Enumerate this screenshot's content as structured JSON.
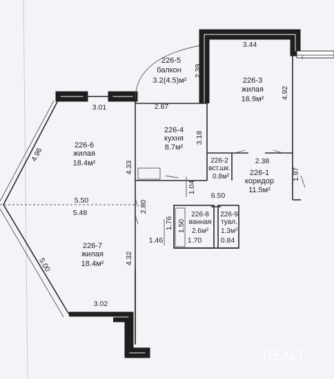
{
  "rooms": [
    {
      "id": "226-5",
      "type": "балкон",
      "area": "3.2(4.5)м²"
    },
    {
      "id": "226-3",
      "type": "жилая",
      "area": "16.9м²"
    },
    {
      "id": "226-4",
      "type": "кухня",
      "area": "8.7м²"
    },
    {
      "id": "226-6",
      "type": "жилая",
      "area": "18.4м²"
    },
    {
      "id": "226-2",
      "type": "вст.шк.",
      "area": "0.8м²"
    },
    {
      "id": "226-1",
      "type": "коридор",
      "area": "11.5м²"
    },
    {
      "id": "226-8",
      "type": "ванная",
      "area": "2.6м²"
    },
    {
      "id": "226-9",
      "type": "туал.",
      "area": "1.3м²"
    },
    {
      "id": "226-7",
      "type": "жилая",
      "area": "18.4м²"
    }
  ],
  "dimensions": [
    "3.44",
    "2.39",
    "4.92",
    "3.01",
    "2.87",
    "4.96",
    "3.18",
    "4.33",
    "2.38",
    "1.97",
    "1.04",
    "6.50",
    "5.50",
    "2.80",
    "5.48",
    "1.76",
    "1.50",
    "1.46",
    "1.70",
    "0.84",
    "4.32",
    "5.00",
    "3.02"
  ],
  "watermark": "REALT"
}
